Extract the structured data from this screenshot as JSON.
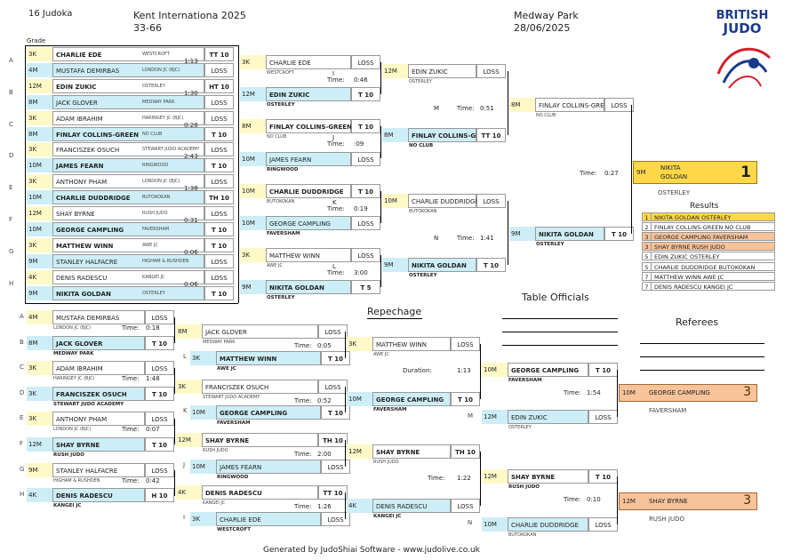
{
  "header": {
    "count": "16 Judoka",
    "title": "Kent Internationa  2025",
    "category": "33-66",
    "venue": "Medway Park",
    "date": "28/06/2025",
    "grade_label": "Grade",
    "brand_line1": "BRITISH",
    "brand_line2": "JUDO"
  },
  "pools": [
    "A",
    "B",
    "C",
    "D",
    "E",
    "F",
    "G",
    "H"
  ],
  "r1": [
    {
      "g": "3K",
      "n": "CHARLIE EDE",
      "club": "WESTCROFT",
      "res": "TT 10",
      "t": "1:13"
    },
    {
      "g": "4M",
      "n": "MUSTAFA DEMIRBAS",
      "club": "LONDON JC (BJC)",
      "res": "LOSS"
    },
    {
      "g": "12M",
      "n": "EDIN ZUKIC",
      "club": "OSTERLEY",
      "res": "HT 10",
      "t": "1:30"
    },
    {
      "g": "8M",
      "n": "JACK GLOVER",
      "club": "MEDWAY PARK",
      "res": "LOSS"
    },
    {
      "g": "3K",
      "n": "ADAM IBRAHIM",
      "club": "HARINGEY JC (BJC)",
      "res": "LOSS",
      "t": "0:28"
    },
    {
      "g": "8M",
      "n": "FINLAY COLLINS-GREEN",
      "club": "NO CLUB",
      "res": "T 10"
    },
    {
      "g": "3K",
      "n": "FRANCISZEK OSUCH",
      "club": "STEWART JUDO ACADEMY",
      "res": "LOSS",
      "t": "2:43"
    },
    {
      "g": "10M",
      "n": "JAMES FEARN",
      "club": "RINGWOOD",
      "res": "T 10"
    },
    {
      "g": "3K",
      "n": "ANTHONY PHAM",
      "club": "LONDON JC (BJC)",
      "res": "LOSS",
      "t": "1:38"
    },
    {
      "g": "10M",
      "n": "CHARLIE DUDDRIDGE",
      "club": "BUTOKOKAN",
      "res": "TH 10"
    },
    {
      "g": "12M",
      "n": "SHAY BYRNE",
      "club": "RUSH JUDO",
      "res": "LOSS",
      "t": "0:31"
    },
    {
      "g": "10M",
      "n": "GEORGE CAMPLING",
      "club": "FAVERSHAM",
      "res": "T 10"
    },
    {
      "g": "3K",
      "n": "MATTHEW WINN",
      "club": "AWE JC",
      "res": "T 10",
      "t": "0:06"
    },
    {
      "g": "9M",
      "n": "STANLEY HALFACRE",
      "club": "HIGHAM & RUSHDEN",
      "res": "LOSS"
    },
    {
      "g": "4K",
      "n": "DENIS RADESCU",
      "club": "KANGEI JC",
      "res": "LOSS",
      "t": "0:06"
    },
    {
      "g": "9M",
      "n": "NIKITA GOLDAN",
      "club": "OSTERLEY",
      "res": "T 10"
    }
  ],
  "r2": [
    {
      "g": "3K",
      "n": "CHARLIE EDE",
      "club": "WESTCROFT",
      "res": "LOSS",
      "letter": "I",
      "t": "0:46"
    },
    {
      "g": "12M",
      "n": "EDIN ZUKIC",
      "club": "OSTERLEY",
      "res": "T 10"
    },
    {
      "g": "8M",
      "n": "FINLAY COLLINS-GREEN",
      "club": "NO CLUB",
      "res": "T 10",
      "letter": "J",
      "t": ":09"
    },
    {
      "g": "10M",
      "n": "JAMES FEARN",
      "club": "RINGWOOD",
      "res": "LOSS"
    },
    {
      "g": "10M",
      "n": "CHARLIE DUDDRIDGE",
      "club": "BUTOKOKAN",
      "res": "T 10",
      "letter": "K",
      "t": "0:19"
    },
    {
      "g": "10M",
      "n": "GEORGE CAMPLING",
      "club": "FAVERSHAM",
      "res": "LOSS"
    },
    {
      "g": "3K",
      "n": "MATTHEW WINN",
      "club": "AWE JC",
      "res": "LOSS",
      "letter": "L",
      "t": "3:00"
    },
    {
      "g": "9M",
      "n": "NIKITA GOLDAN",
      "club": "OSTERLEY",
      "res": "T 5"
    }
  ],
  "r3": [
    {
      "g": "12M",
      "n": "EDIN ZUKIC",
      "club": "OSTERLEY",
      "res": "LOSS",
      "letter": "M",
      "t": "0:51"
    },
    {
      "g": "8M",
      "n": "FINLAY COLLINS-GREEN",
      "club": "NO CLUB",
      "res": "TT 10"
    },
    {
      "g": "10M",
      "n": "CHARLIE DUDDRIDGE",
      "club": "BUTOKOKAN",
      "res": "LOSS",
      "letter": "N",
      "t": "1:41"
    },
    {
      "g": "9M",
      "n": "NIKITA GOLDAN",
      "club": "OSTERLEY",
      "res": "T 10"
    }
  ],
  "r4": [
    {
      "g": "8M",
      "n": "FINLAY COLLINS-GREEN",
      "club": "NO CLUB",
      "res": "LOSS"
    },
    {
      "g": "9M",
      "n": "NIKITA GOLDAN",
      "club": "OSTERLEY",
      "res": "T 10",
      "t": "0:27"
    }
  ],
  "final": {
    "g": "9M",
    "n1": "NIKITA",
    "n2": "GOLDAN",
    "club": "OSTERLEY",
    "place": "1"
  },
  "results": {
    "title": "Results",
    "rows": [
      {
        "i": "1",
        "t": "NIKITA GOLDAN OSTERLEY"
      },
      {
        "i": "2",
        "t": "FINLAY COLLINS-GREEN NO CLUB"
      },
      {
        "i": "3",
        "t": "GEORGE CAMPLING FAVERSHAM"
      },
      {
        "i": "3",
        "t": "SHAY BYRNE RUSH JUDO"
      },
      {
        "i": "5",
        "t": "EDIN ZUKIC OSTERLEY"
      },
      {
        "i": "5",
        "t": "CHARLIE DUDDRIDGE BUTOKOKAN"
      },
      {
        "i": "7",
        "t": "MATTHEW WINN AWE JC"
      },
      {
        "i": "7",
        "t": "DENIS RADESCU KANGEI JC"
      }
    ]
  },
  "labels": {
    "repechage": "Repechage",
    "officials": "Table Officials",
    "referees": "Referees",
    "time": "Time:",
    "duration": "Duration:",
    "footer": "Generated by JudoShiai Software - www.judolive.co.uk"
  },
  "rep1": [
    {
      "g": "4M",
      "n": "MUSTAFA DEMIRBAS",
      "club": "LONDON JC (BJC)",
      "res": "LOSS",
      "t": "0:18"
    },
    {
      "g": "8M",
      "n": "JACK GLOVER",
      "club": "MEDWAY PARK",
      "res": "T 10"
    },
    {
      "g": "3K",
      "n": "ADAM IBRAHIM",
      "club": "HARINGEY JC (BJC)",
      "res": "LOSS",
      "t": "1:48"
    },
    {
      "g": "3K",
      "n": "FRANCISZEK OSUCH",
      "club": "STEWART JUDO ACADEMY",
      "res": "T 10"
    },
    {
      "g": "3K",
      "n": "ANTHONY PHAM",
      "club": "LONDON JC (BJC)",
      "res": "LOSS",
      "t": "0:07"
    },
    {
      "g": "12M",
      "n": "SHAY BYRNE",
      "club": "RUSH JUDO",
      "res": "T 10"
    },
    {
      "g": "9M",
      "n": "STANLEY HALFACRE",
      "club": "HIGHAM & RUSHDEN",
      "res": "LOSS",
      "t": "0:42"
    },
    {
      "g": "4K",
      "n": "DENIS RADESCU",
      "club": "KANGEI JC",
      "res": "H 10"
    }
  ],
  "rep2": [
    {
      "g": "8M",
      "n": "JACK GLOVER",
      "club": "MEDWAY PARK",
      "res": "LOSS",
      "t": "0:05"
    },
    {
      "g": "3K",
      "n": "MATTHEW WINN",
      "club": "AWE JC",
      "res": "T 10"
    },
    {
      "g": "3K",
      "n": "FRANCISZEK OSUCH",
      "club": "STEWART JUDO ACADEMY",
      "res": "LOSS",
      "t": "0:52"
    },
    {
      "g": "10M",
      "n": "GEORGE CAMPLING",
      "club": "FAVERSHAM",
      "res": "T 10"
    },
    {
      "g": "12M",
      "n": "SHAY BYRNE",
      "club": "RUSH JUDO",
      "res": "TH 10",
      "t": "2:00"
    },
    {
      "g": "10M",
      "n": "JAMES FEARN",
      "club": "RINGWOOD",
      "res": "LOSS"
    },
    {
      "g": "4K",
      "n": "DENIS RADESCU",
      "club": "KANGEI JC",
      "res": "TT 10",
      "t": "1:26"
    },
    {
      "g": "3K",
      "n": "CHARLIE EDE",
      "club": "WESTCROFT",
      "res": "LOSS"
    }
  ],
  "rep3": [
    {
      "g": "3K",
      "n": "MATTHEW WINN",
      "club": "AWE JC",
      "res": "LOSS",
      "t": "1:13"
    },
    {
      "g": "10M",
      "n": "GEORGE CAMPLING",
      "club": "FAVERSHAM",
      "res": "T 10"
    },
    {
      "g": "12M",
      "n": "SHAY BYRNE",
      "club": "RUSH JUDO",
      "res": "TH 10",
      "t": "1:22"
    },
    {
      "g": "4K",
      "n": "DENIS RADESCU",
      "club": "KANGEI JC",
      "res": "LOSS"
    }
  ],
  "rep4": [
    {
      "g": "10M",
      "n": "GEORGE CAMPLING",
      "club": "FAVERSHAM",
      "res": "T 10",
      "t": "1:54"
    },
    {
      "g": "12M",
      "n": "EDIN ZUKIC",
      "club": "OSTERLEY",
      "res": "LOSS"
    },
    {
      "g": "12M",
      "n": "SHAY BYRNE",
      "club": "RUSH JUDO",
      "res": "T 10",
      "t": "0:10"
    },
    {
      "g": "10M",
      "n": "CHARLIE DUDDRIDGE",
      "club": "BUTOKOKAN",
      "res": "LOSS"
    }
  ],
  "bronze": [
    {
      "g": "10M",
      "n": "GEORGE CAMPLING",
      "club": "FAVERSHAM",
      "place": "3"
    },
    {
      "g": "12M",
      "n": "SHAY BYRNE",
      "club": "RUSH JUDO",
      "place": "3"
    }
  ]
}
